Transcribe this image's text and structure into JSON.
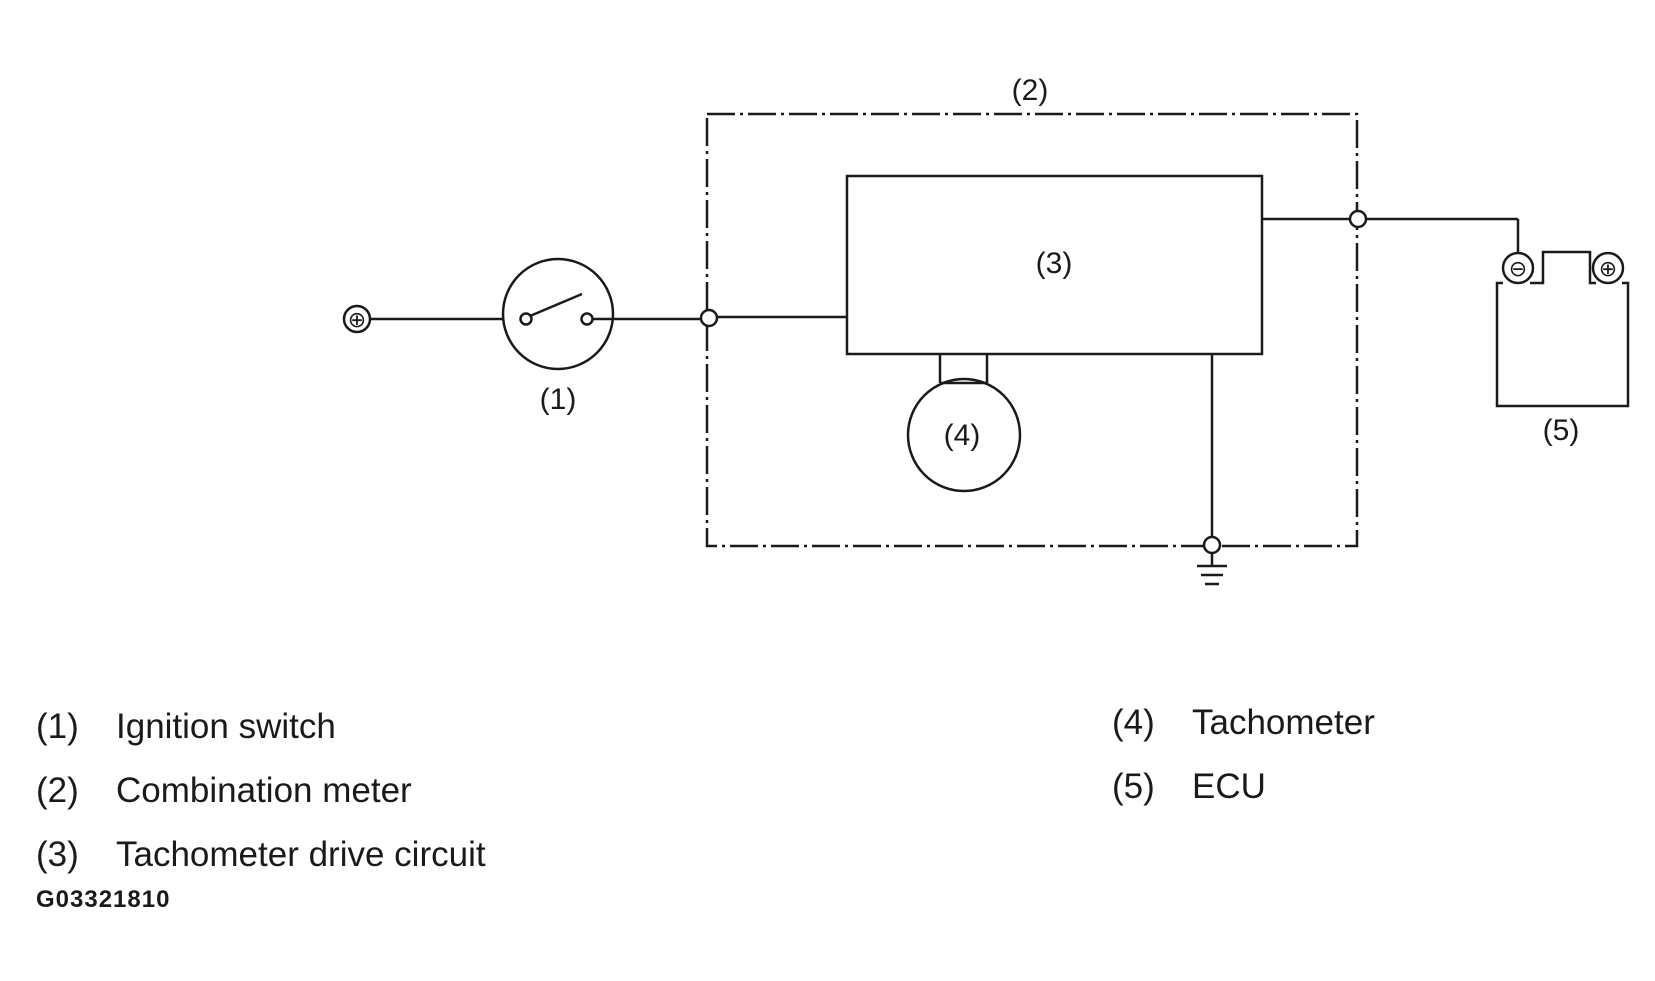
{
  "diagram": {
    "callouts": {
      "switch": "(1)",
      "meter": "(2)",
      "drive_circuit": "(3)",
      "tachometer": "(4)",
      "ecu": "(5)"
    },
    "symbols": {
      "supply_terminal": "⊕",
      "ecu_negative": "⊖",
      "ecu_positive": "⊕"
    },
    "icons": [
      "ignition-switch-icon",
      "tachometer-gauge-icon",
      "ground-icon",
      "battery-terminal-icon"
    ]
  },
  "legend": {
    "left": [
      {
        "num": "(1)",
        "text": "Ignition switch"
      },
      {
        "num": "(2)",
        "text": "Combination meter"
      },
      {
        "num": "(3)",
        "text": "Tachometer drive circuit"
      }
    ],
    "right": [
      {
        "num": "(4)",
        "text": "Tachometer"
      },
      {
        "num": "(5)",
        "text": "ECU"
      }
    ]
  },
  "figure_code": "G03321810"
}
